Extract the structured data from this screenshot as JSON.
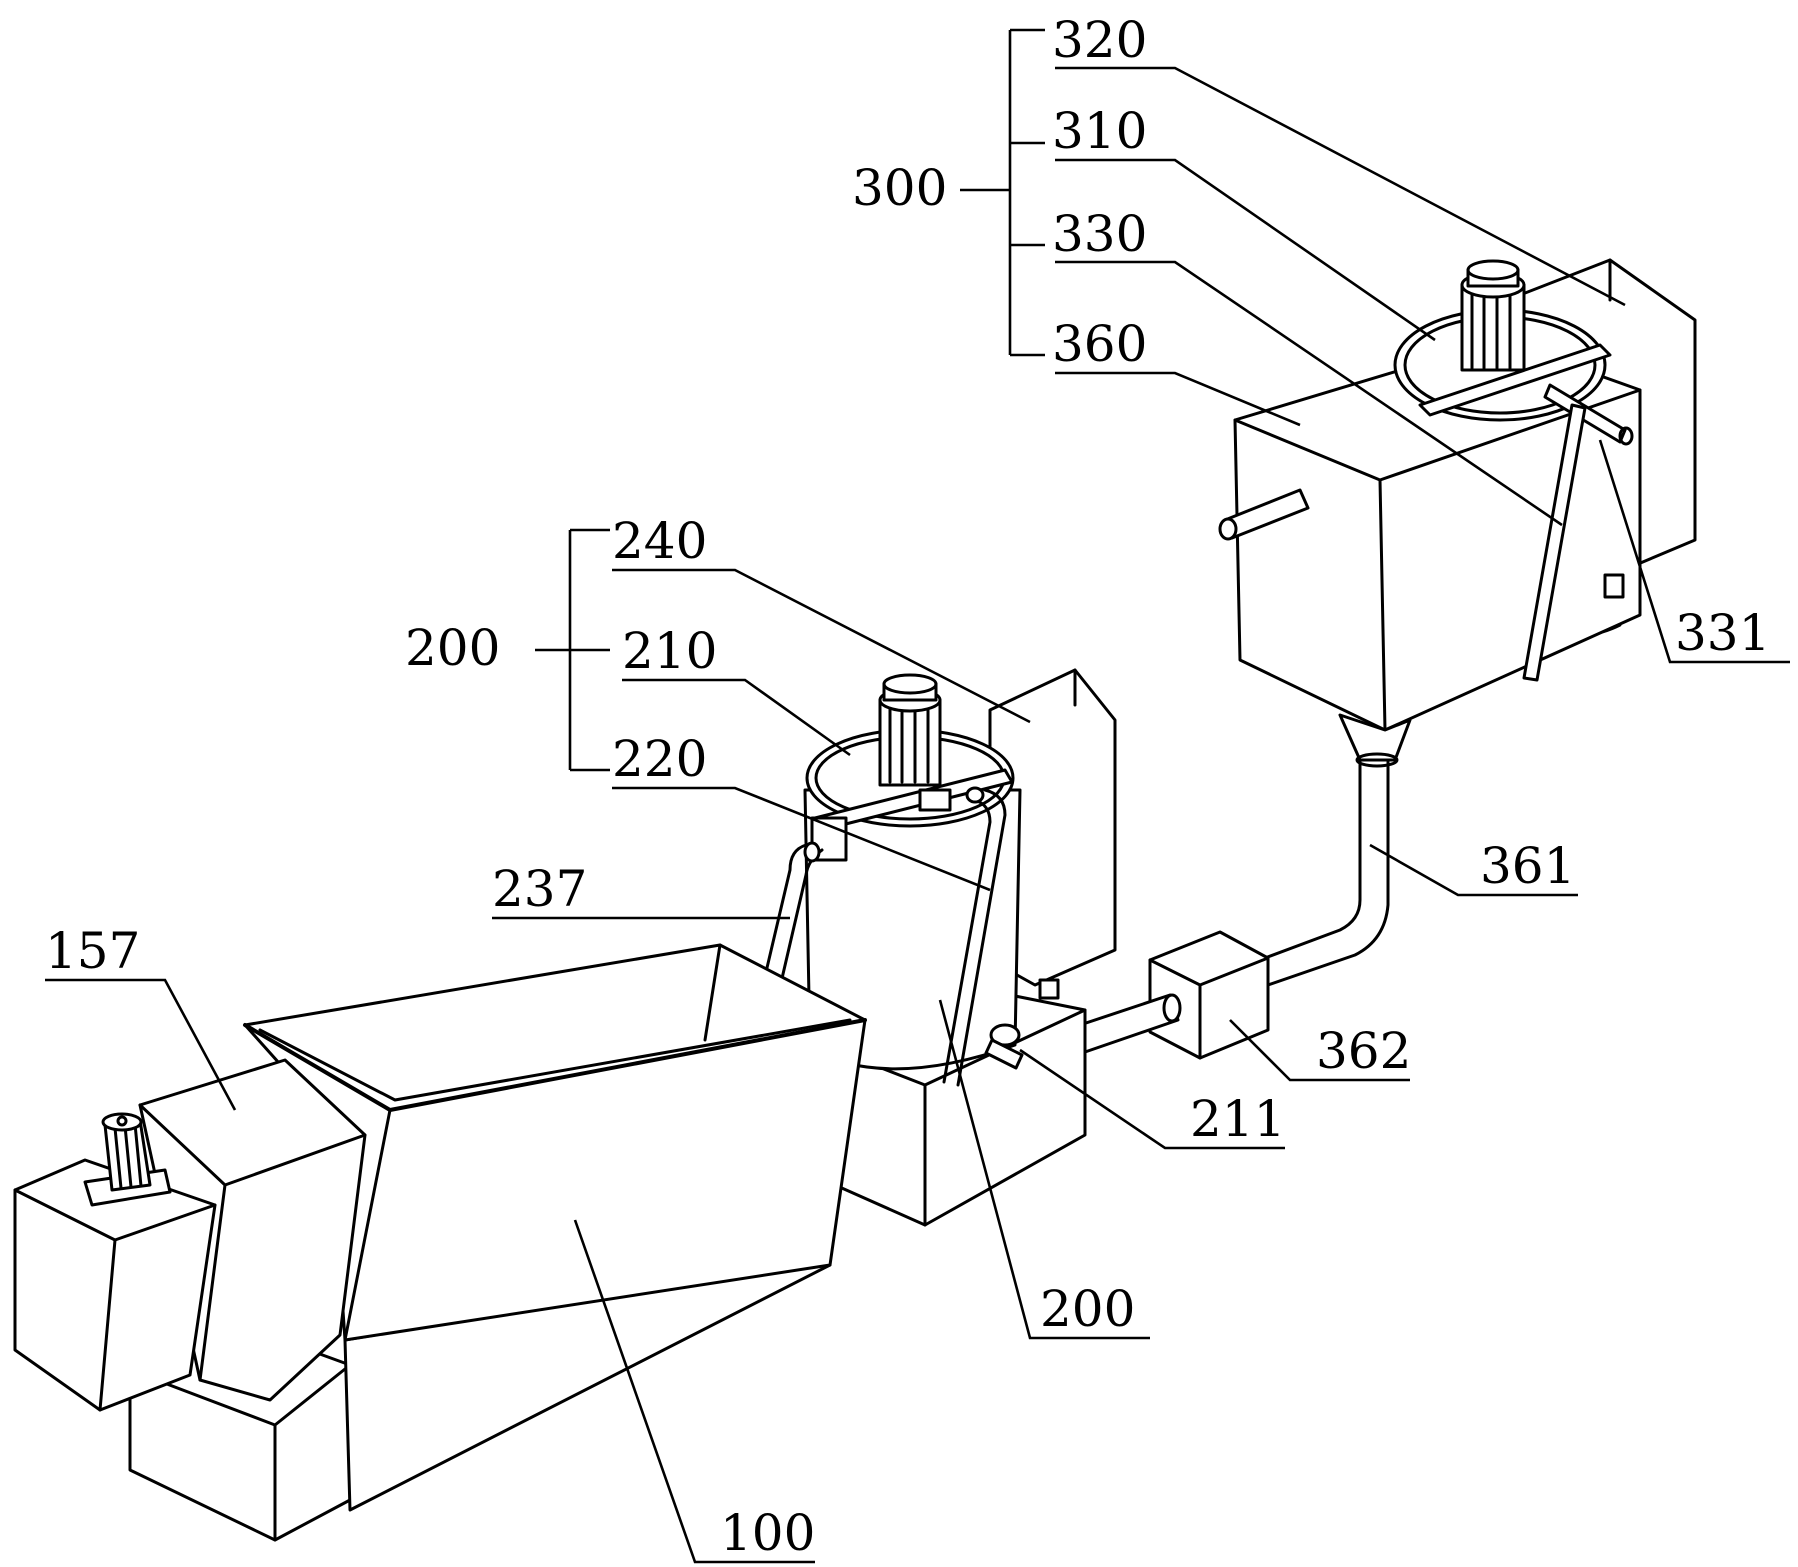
{
  "colors": {
    "line": "#000000",
    "background": "#ffffff"
  },
  "labels": {
    "l300": "300",
    "l320": "320",
    "l310": "310",
    "l330": "330",
    "l360": "360",
    "l331": "331",
    "l361": "361",
    "l362": "362",
    "l211": "211",
    "l200a": "200",
    "l240": "240",
    "l210": "210",
    "l220": "220",
    "l237": "237",
    "l157": "157",
    "l100": "100",
    "l200b": "200"
  }
}
